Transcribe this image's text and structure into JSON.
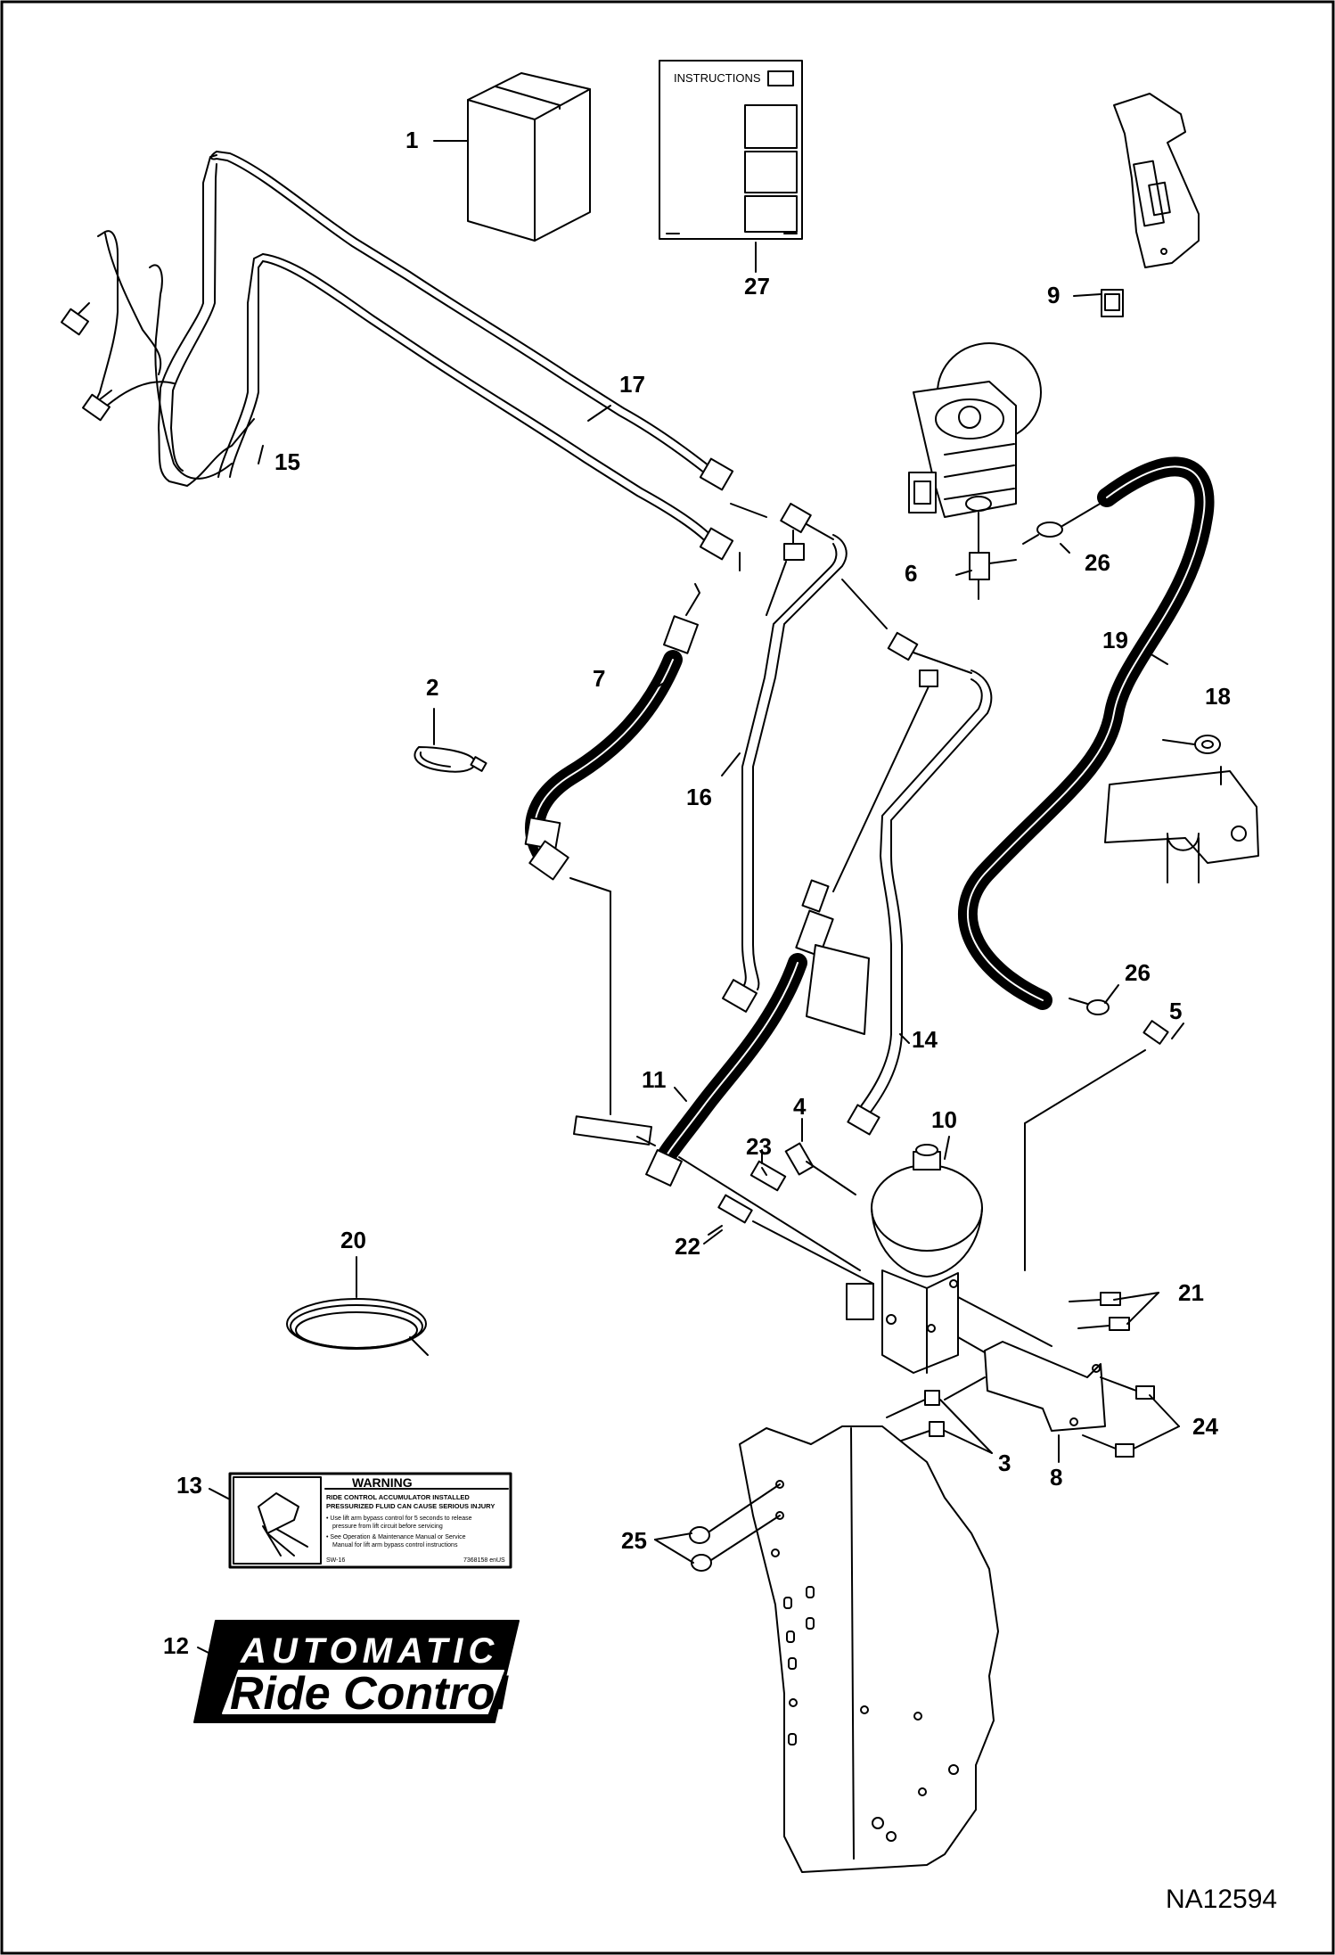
{
  "drawing_id": "NA12594",
  "callouts": [
    {
      "id": "1",
      "text": "1"
    },
    {
      "id": "2",
      "text": "2"
    },
    {
      "id": "3",
      "text": "3"
    },
    {
      "id": "4",
      "text": "4"
    },
    {
      "id": "5",
      "text": "5"
    },
    {
      "id": "6",
      "text": "6"
    },
    {
      "id": "7",
      "text": "7"
    },
    {
      "id": "8",
      "text": "8"
    },
    {
      "id": "9",
      "text": "9"
    },
    {
      "id": "10",
      "text": "10"
    },
    {
      "id": "11",
      "text": "11"
    },
    {
      "id": "12",
      "text": "12"
    },
    {
      "id": "13",
      "text": "13"
    },
    {
      "id": "14",
      "text": "14"
    },
    {
      "id": "15",
      "text": "15"
    },
    {
      "id": "16",
      "text": "16"
    },
    {
      "id": "17",
      "text": "17"
    },
    {
      "id": "18",
      "text": "18"
    },
    {
      "id": "19",
      "text": "19"
    },
    {
      "id": "20",
      "text": "20"
    },
    {
      "id": "21",
      "text": "21"
    },
    {
      "id": "22",
      "text": "22"
    },
    {
      "id": "23",
      "text": "23"
    },
    {
      "id": "24",
      "text": "24"
    },
    {
      "id": "25",
      "text": "25"
    },
    {
      "id": "26a",
      "text": "26"
    },
    {
      "id": "26b",
      "text": "26"
    },
    {
      "id": "27",
      "text": "27"
    }
  ],
  "instruction_sheet": {
    "title": "INSTRUCTIONS"
  },
  "warning_decal": {
    "title": "WARNING",
    "subtitle_line1": "RIDE CONTROL ACCUMULATOR INSTALLED",
    "subtitle_line2": "PRESSURIZED FLUID CAN CAUSE SERIOUS INJURY",
    "bullet1_line1": "• Use lift arm bypass control for 5 seconds to release",
    "bullet1_line2": "pressure from lift circuit before servicing",
    "bullet2_line1": "• See Operation & Maintenance Manual or Service",
    "bullet2_line2": "Manual for lift arm bypass control instructions",
    "code_left": "SW-16",
    "code_right": "7368158 enUS"
  },
  "ride_control_decal": {
    "line1": "AUTOMATIC",
    "line2": "Ride Control"
  },
  "colors": {
    "line": "#000000",
    "background": "#ffffff",
    "fill": "#ffffff"
  }
}
